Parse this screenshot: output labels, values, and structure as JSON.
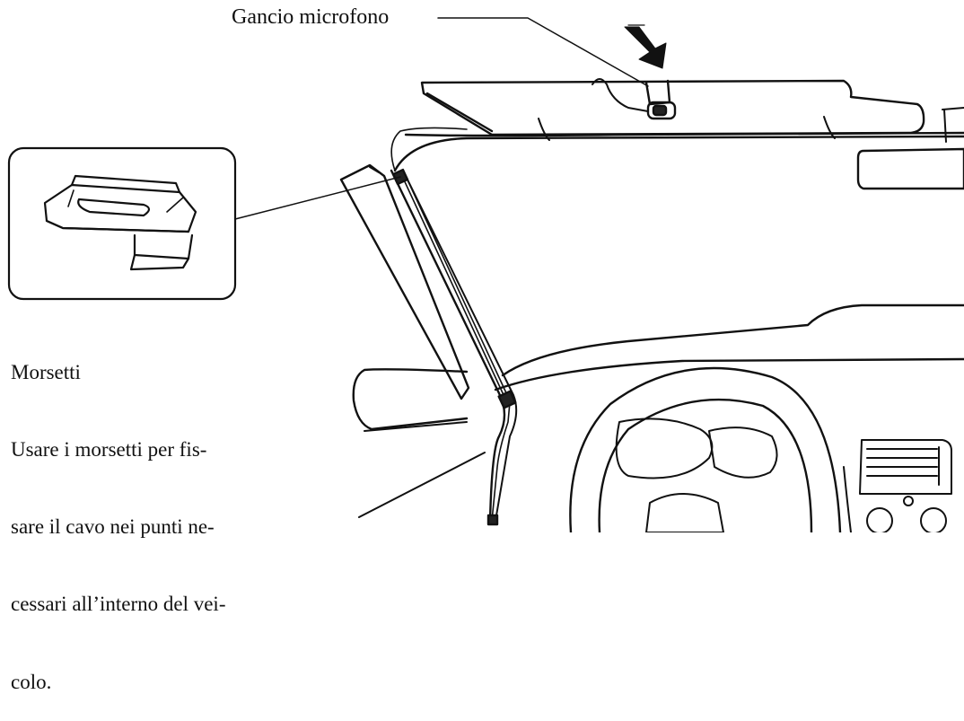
{
  "labels": {
    "mic_hook": "Gancio microfono",
    "clamps_title": "Morsetti",
    "clamps_desc": [
      "Usare i morsetti per fis-",
      "sare il cavo nei punti ne-",
      "cessari all’interno del vei-",
      "colo."
    ]
  },
  "colors": {
    "line": "#111111",
    "background": "#ffffff"
  },
  "icons": {
    "arrow": "press-arrow-icon",
    "clamp": "cable-clamp-icon"
  }
}
